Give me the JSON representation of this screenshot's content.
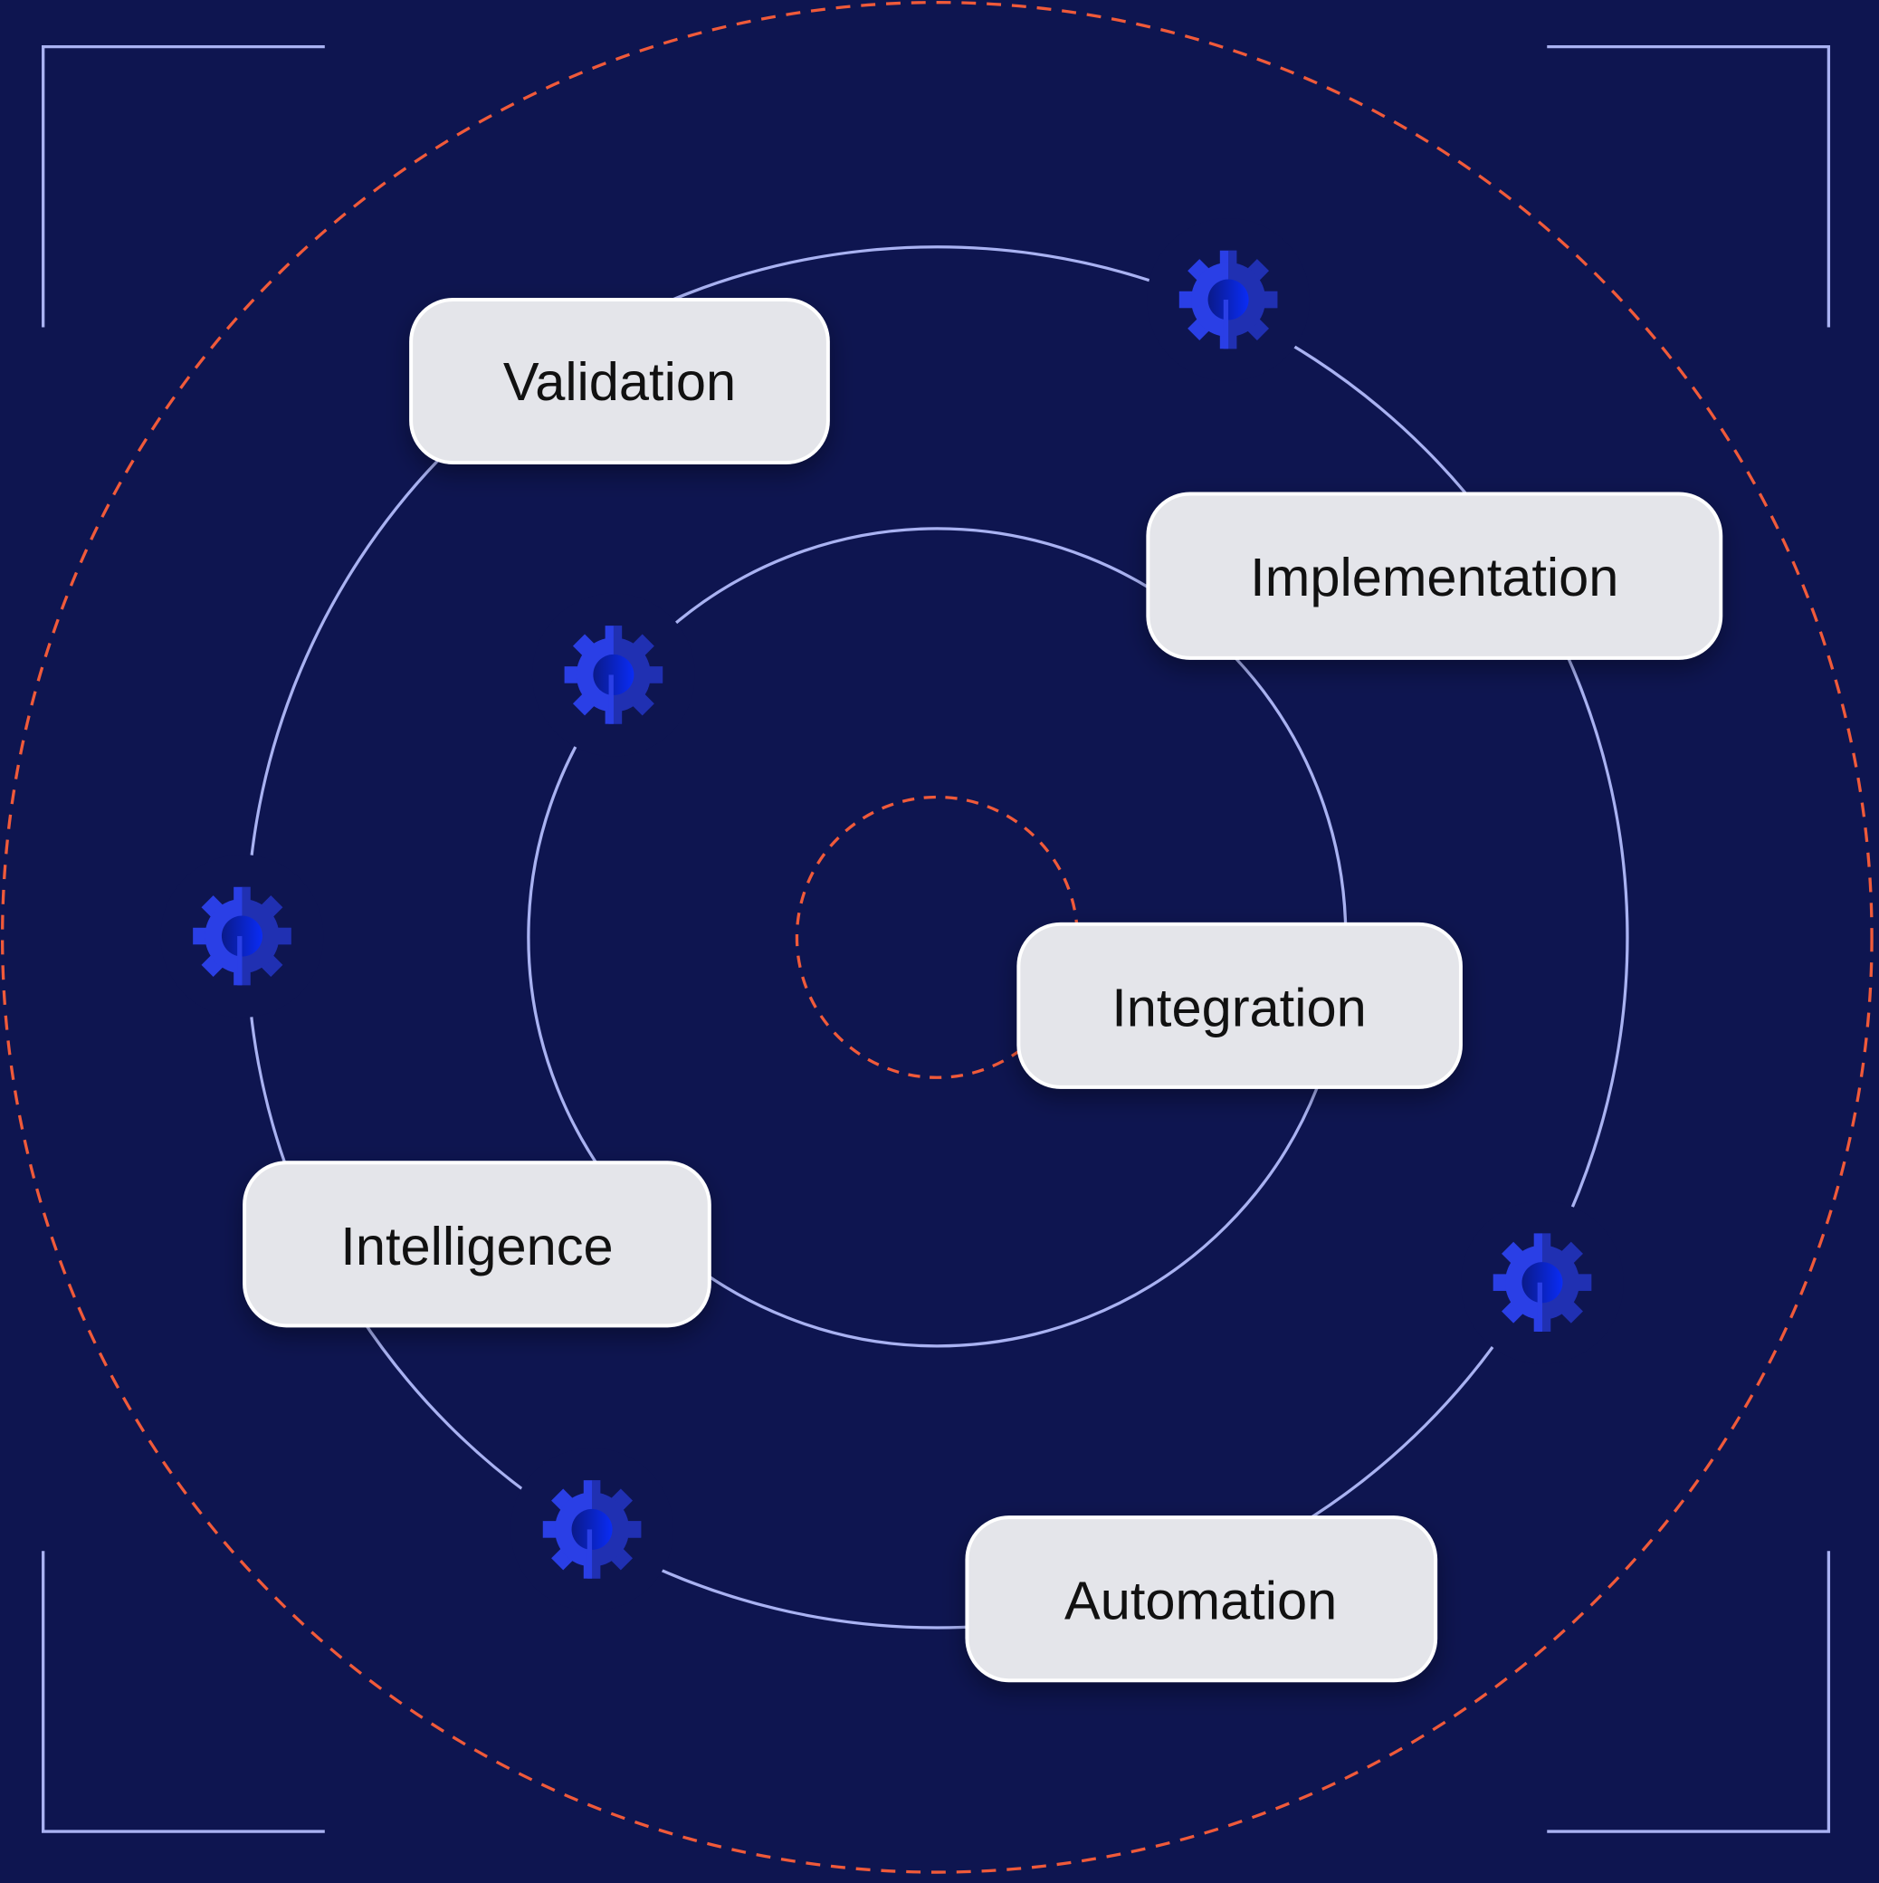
{
  "colors": {
    "background": "#0e1550",
    "ring": "#a9b2f2",
    "dashed": "#f05a3a",
    "gear_light": "#2e44f0",
    "gear_dark": "#1f2fa8",
    "label_bg": "#e4e5ea"
  },
  "labels": {
    "validation": "Validation",
    "implementation": "Implementation",
    "integration": "Integration",
    "intelligence": "Intelligence",
    "automation": "Automation"
  },
  "icons": [
    "gear-icon"
  ]
}
